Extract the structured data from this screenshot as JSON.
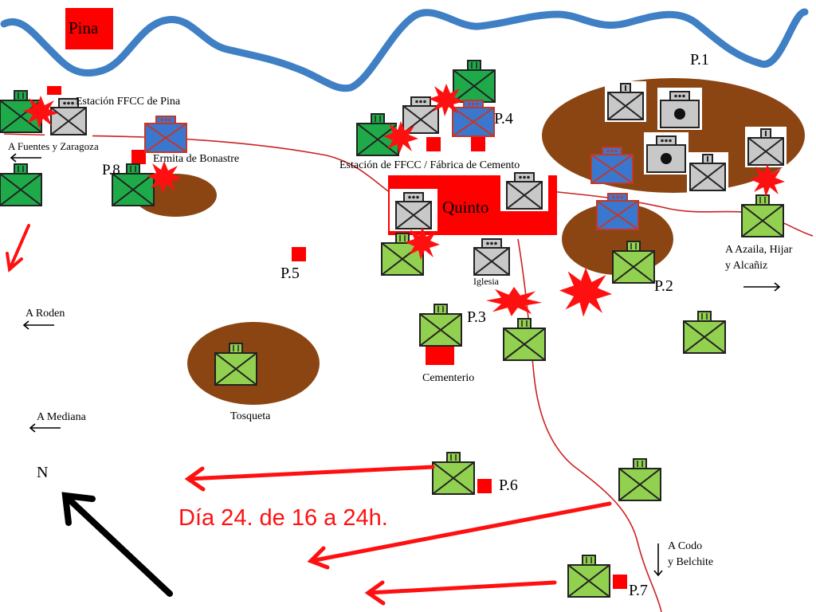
{
  "map": {
    "places": {
      "pina": "Pina",
      "quinto": "Quinto",
      "estacion_pina": "Estación FFCC de Pina",
      "ermita": "Ermita de Bonastre",
      "estacion_cemento": "Estación de FFCC / Fábrica de Cemento",
      "iglesia": "Iglesia",
      "cementerio": "Cementerio",
      "tosqueta": "Tosqueta"
    },
    "positions": {
      "p1": "P.1",
      "p2": "P.2",
      "p3": "P.3",
      "p4": "P.4",
      "p5": "P.5",
      "p6": "P.6",
      "p7": "P.7",
      "p8": "P.8"
    },
    "directions": {
      "fuentes": "A Fuentes y Zaragoza",
      "roden": "A Roden",
      "mediana": "A Mediana",
      "azaila_1": "A Azaila, Hijar",
      "azaila_2": "y Alcañiz",
      "codo_1": "A Codo",
      "codo_2": "y Belchite"
    },
    "north": "N",
    "caption": "Día 24. de 16 a 24h."
  },
  "colors": {
    "river": "#3f7fc4",
    "hill": "#8b4513",
    "town": "#ff0000",
    "road": "#cc2222",
    "unit_green_dark": "#1faa4a",
    "unit_green_light": "#92d050",
    "unit_gray": "#c0c0c0",
    "unit_blue": "#3a78d0",
    "attack": "#ff1010"
  }
}
